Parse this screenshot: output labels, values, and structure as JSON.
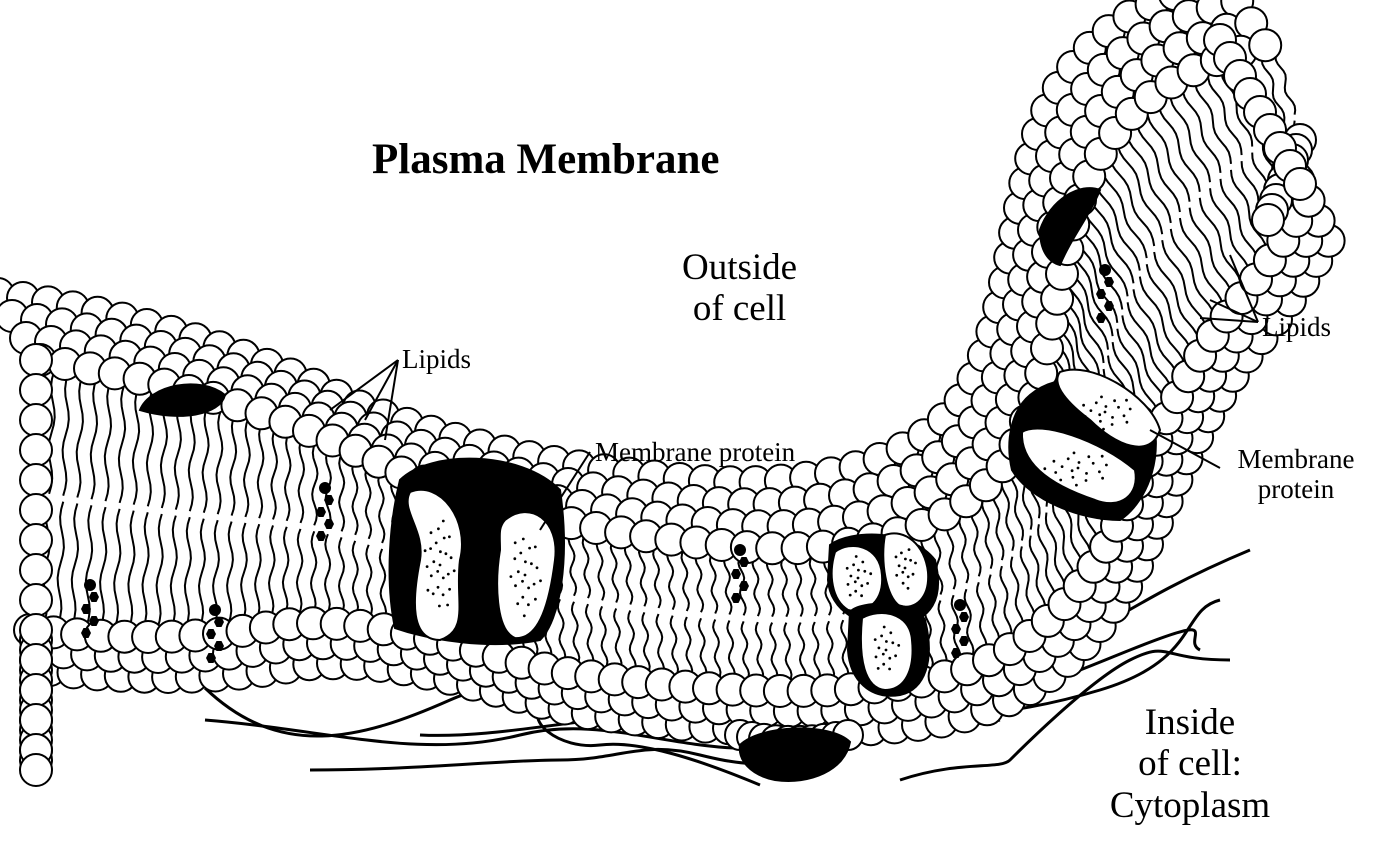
{
  "diagram": {
    "title": "Plasma Membrane",
    "regions": {
      "outside_line1": "Outside",
      "outside_line2": "of cell",
      "inside_line1": "Inside",
      "inside_line2": "of cell:",
      "inside_line3": "Cytoplasm"
    },
    "labels": {
      "lipids_left": "Lipids",
      "lipids_right": "Lipids",
      "protein_center": "Membrane protein",
      "protein_right_line1": "Membrane",
      "protein_right_line2": "protein"
    },
    "colors": {
      "ink": "#000000",
      "paper": "#ffffff"
    }
  }
}
